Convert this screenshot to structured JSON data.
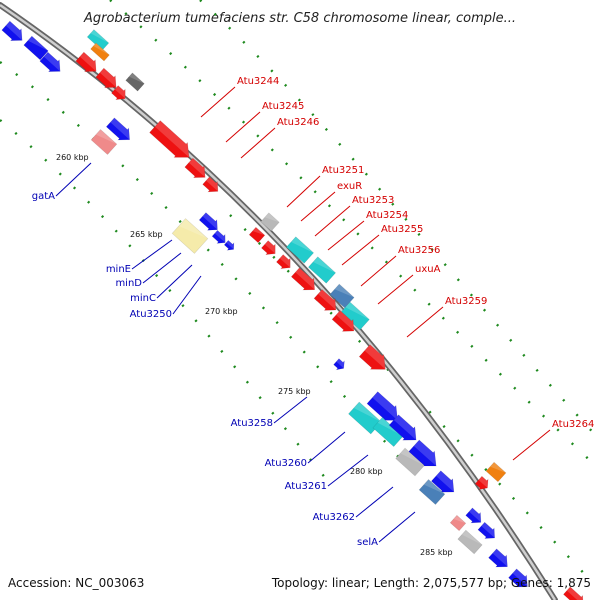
{
  "title": "Agrobacterium tumefaciens str. C58 chromosome linear, comple...",
  "footer": {
    "accession": "Accession: NC_003063",
    "summary": "Topology: linear; Length: 2,075,577 bp; Genes: 1,875"
  },
  "colors": {
    "backbone": "#8c8c8c",
    "tick_dots": "#1f8a1f",
    "red_gene": "#ee1111",
    "blue_gene": "#1111ee",
    "cyan_gene": "#22cccc",
    "gray_gene": "#b9b9b9",
    "darkgray_gene": "#666666",
    "orange_gene": "#f08010",
    "pink_gene": "#ef8a8a",
    "yellow_gene": "#f5ebaa",
    "steelblue_gene": "#4a80b8",
    "red_label": "#d40000",
    "blue_label": "#0000b4"
  },
  "scale_labels": [
    "260 kbp",
    "265 kbp",
    "270 kbp",
    "275 kbp",
    "280 kbp",
    "285 kbp"
  ],
  "gene_labels_forward": [
    "Atu3244",
    "Atu3245",
    "Atu3246",
    "Atu3251",
    "exuR",
    "Atu3253",
    "Atu3254",
    "Atu3255",
    "Atu3256",
    "uxuA",
    "Atu3259",
    "Atu3264"
  ],
  "gene_labels_reverse": [
    "gatA",
    "minE",
    "minD",
    "minC",
    "Atu3250",
    "Atu3258",
    "Atu3260",
    "Atu3261",
    "Atu3262",
    "selA"
  ]
}
